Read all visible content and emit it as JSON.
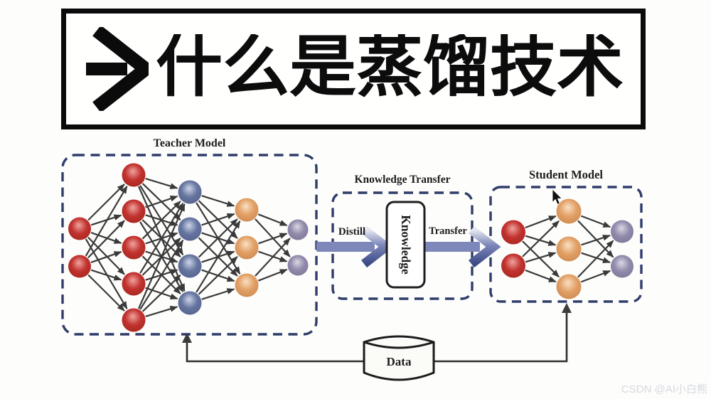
{
  "banner": {
    "title": "什么是蒸馏技术",
    "arrow_icon": "right-arrow"
  },
  "teacher_model": {
    "label": "Teacher Model",
    "layers": [
      {
        "color": "red",
        "count": 2
      },
      {
        "color": "red",
        "count": 5
      },
      {
        "color": "blue",
        "count": 4
      },
      {
        "color": "orange",
        "count": 3
      },
      {
        "color": "purple",
        "count": 2
      }
    ]
  },
  "knowledge_transfer": {
    "label": "Knowledge Transfer",
    "knowledge_box_label": "Knowledge",
    "distill_label": "Distill",
    "transfer_label": "Transfer"
  },
  "student_model": {
    "label": "Student Model",
    "layers": [
      {
        "color": "red",
        "count": 2
      },
      {
        "color": "orange",
        "count": 3
      },
      {
        "color": "purple",
        "count": 2
      }
    ]
  },
  "data_store": {
    "label": "Data"
  },
  "watermark": "CSDN @AI小白熊",
  "colors": {
    "dashed_box": "#303d6a",
    "edge": "#3a3a3a",
    "big_arrow": "#7d87ba",
    "big_arrow_light": "#e6e9f0",
    "big_arrow_dark": "#3c4a86",
    "banner_ink": "#0b0b0b",
    "node_gradients": {
      "red": {
        "center": "#efa49e",
        "edge": "#c23330",
        "rim": "#a8271f"
      },
      "blue": {
        "center": "#cdd5ea",
        "edge": "#66759f",
        "rim": "#56648f"
      },
      "orange": {
        "center": "#f9e0c4",
        "edge": "#e2a066",
        "rim": "#cf8c52"
      },
      "purple": {
        "center": "#dbd8e6",
        "edge": "#928bab",
        "rim": "#7f7899"
      }
    }
  }
}
